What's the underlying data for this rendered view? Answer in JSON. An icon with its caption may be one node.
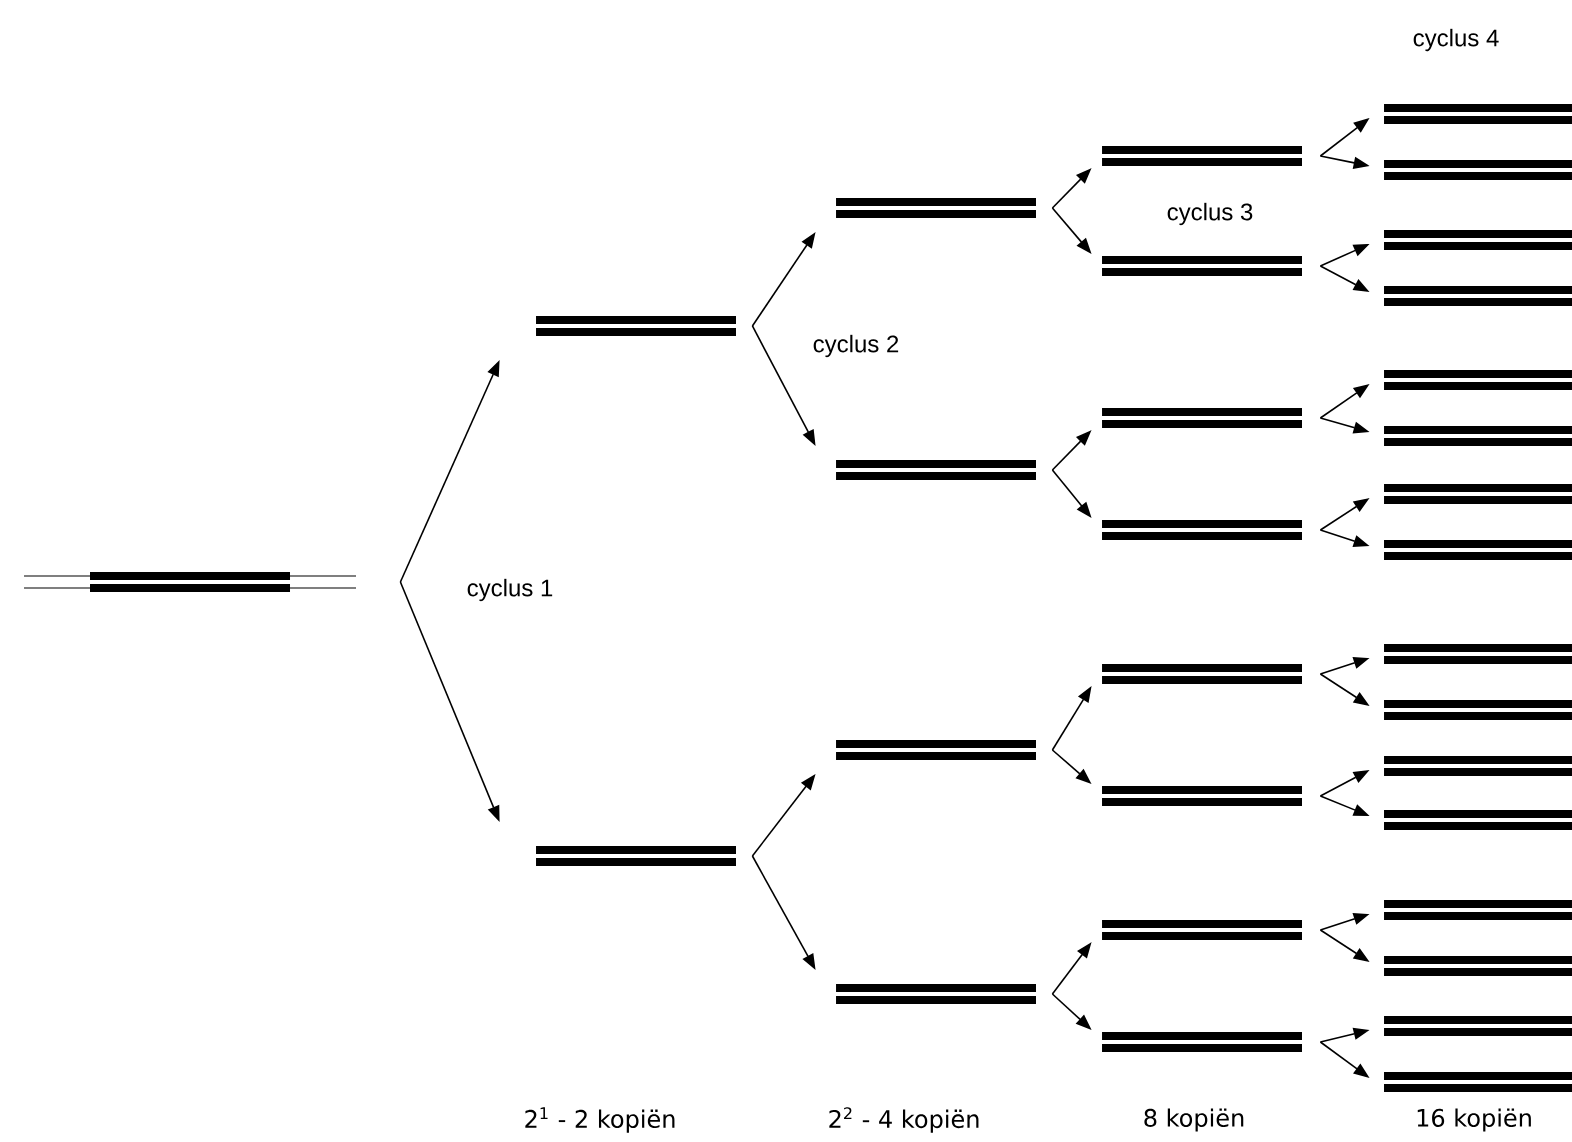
{
  "diagram": {
    "nodes": [
      {
        "text": [],
        "shape": "bar"
      },
      {
        "text": [],
        "shape": "bar"
      },
      {
        "text": [],
        "shape": "bar"
      },
      {
        "text": [],
        "shape": "bar"
      },
      {
        "text": [],
        "shape": "bar"
      },
      {
        "text": [],
        "shape": "bar"
      },
      {
        "text": [],
        "shape": "bar"
      },
      {
        "text": [],
        "shape": "bar"
      },
      {
        "text": [],
        "shape": "bar"
      },
      {
        "text": [],
        "shape": "bar"
      },
      {
        "text": [],
        "shape": "bar"
      },
      {
        "text": [],
        "shape": "bar"
      },
      {
        "text": [],
        "shape": "bar"
      },
      {
        "text": [],
        "shape": "bar"
      },
      {
        "text": [],
        "shape": "bar"
      },
      {
        "text": [],
        "shape": "bar"
      },
      {
        "text": [],
        "shape": "bar"
      },
      {
        "text": [],
        "shape": "bar"
      },
      {
        "text": [],
        "shape": "bar"
      },
      {
        "text": [],
        "shape": "bar"
      },
      {
        "text": [],
        "shape": "bar"
      },
      {
        "text": [],
        "shape": "bar"
      },
      {
        "text": [],
        "shape": "bar"
      },
      {
        "text": [],
        "shape": "bar"
      },
      {
        "text": [],
        "shape": "bar"
      },
      {
        "text": [],
        "shape": "bar"
      },
      {
        "text": [],
        "shape": "bar"
      },
      {
        "text": [],
        "shape": "bar"
      },
      {
        "text": [],
        "shape": "bar"
      },
      {
        "text": [],
        "shape": "bar"
      },
      {
        "text": [],
        "shape": "bar"
      }
    ],
    "edges": [
      {
        "from": 0,
        "to": 1,
        "arrow": "to"
      },
      {
        "from": 0,
        "to": 2,
        "arrow": "to"
      },
      {
        "from": 1,
        "to": 3,
        "arrow": "to"
      },
      {
        "from": 1,
        "to": 4,
        "arrow": "to"
      },
      {
        "from": 2,
        "to": 5,
        "arrow": "to"
      },
      {
        "from": 2,
        "to": 6,
        "arrow": "to"
      },
      {
        "from": 3,
        "to": 7,
        "arrow": "to"
      },
      {
        "from": 3,
        "to": 8,
        "arrow": "to"
      },
      {
        "from": 4,
        "to": 9,
        "arrow": "to"
      },
      {
        "from": 4,
        "to": 10,
        "arrow": "to"
      },
      {
        "from": 5,
        "to": 11,
        "arrow": "to"
      },
      {
        "from": 5,
        "to": 12,
        "arrow": "to"
      },
      {
        "from": 6,
        "to": 13,
        "arrow": "to"
      },
      {
        "from": 6,
        "to": 14,
        "arrow": "to"
      },
      {
        "from": 7,
        "to": 15,
        "arrow": "to"
      },
      {
        "from": 7,
        "to": 16,
        "arrow": "to"
      },
      {
        "from": 8,
        "to": 17,
        "arrow": "to"
      },
      {
        "from": 8,
        "to": 18,
        "arrow": "to"
      },
      {
        "from": 9,
        "to": 19,
        "arrow": "to"
      },
      {
        "from": 9,
        "to": 20,
        "arrow": "to"
      },
      {
        "from": 10,
        "to": 21,
        "arrow": "to"
      },
      {
        "from": 10,
        "to": 22,
        "arrow": "to"
      },
      {
        "from": 11,
        "to": 23,
        "arrow": "to"
      },
      {
        "from": 11,
        "to": 24,
        "arrow": "to"
      },
      {
        "from": 12,
        "to": 25,
        "arrow": "to"
      },
      {
        "from": 12,
        "to": 26,
        "arrow": "to"
      },
      {
        "from": 13,
        "to": 27,
        "arrow": "to"
      },
      {
        "from": 13,
        "to": 28,
        "arrow": "to"
      },
      {
        "from": 14,
        "to": 29,
        "arrow": "to"
      },
      {
        "from": 14,
        "to": 30,
        "arrow": "to"
      }
    ],
    "labels": [
      "cyclus 4",
      "cyclus 3",
      "cyclus 2",
      "cyclus 1",
      "2$^{1}$ - 2 kopiën",
      "2$^{2}$ - 4 kopiën",
      "8 kopiën",
      "16 kopiën"
    ]
  }
}
